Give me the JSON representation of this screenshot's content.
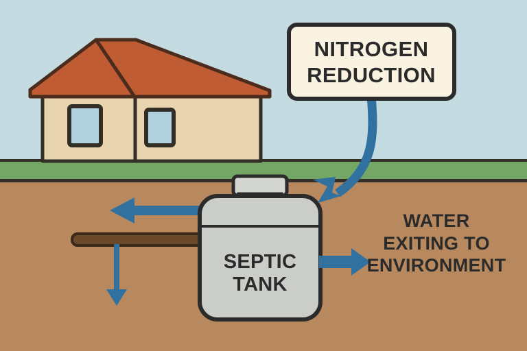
{
  "diagram": {
    "title_visible": false,
    "colors": {
      "sky": "#c4dbe2",
      "grass": "#74a766",
      "soil": "#b8895e",
      "roof": "#bf5c33",
      "wall": "#e8d5b0",
      "window_glass": "#b3d2e0",
      "tank_body": "#cbcdc9",
      "tank_top": "#d4d6d2",
      "pipe": "#6b4a2a",
      "pipe_outline": "#3a2818",
      "arrow_blue": "#31719f",
      "outline": "#2b2b2b",
      "sign_fill": "#fbf3e2",
      "text": "#2b2b2b"
    },
    "sign": {
      "line1": "NITROGEN",
      "line2": "REDUCTION"
    },
    "tank": {
      "line1": "SEPTIC",
      "line2": "TANK"
    },
    "environment_label": {
      "line1": "WATER",
      "line2": "EXITING TO",
      "line3": "ENVIRONMENT"
    },
    "elements": {
      "house": "house",
      "roof": "roof",
      "window_left": "window",
      "window_right": "window",
      "grass_band": "grass",
      "soil_band": "soil",
      "riser": "tank riser lid",
      "drain_pipe": "drain field pipe",
      "arrow_curved": "nitrogen reduction pointer",
      "arrow_left": "effluent flow left",
      "arrow_down": "effluent flow down",
      "arrow_right": "water exiting right"
    }
  }
}
